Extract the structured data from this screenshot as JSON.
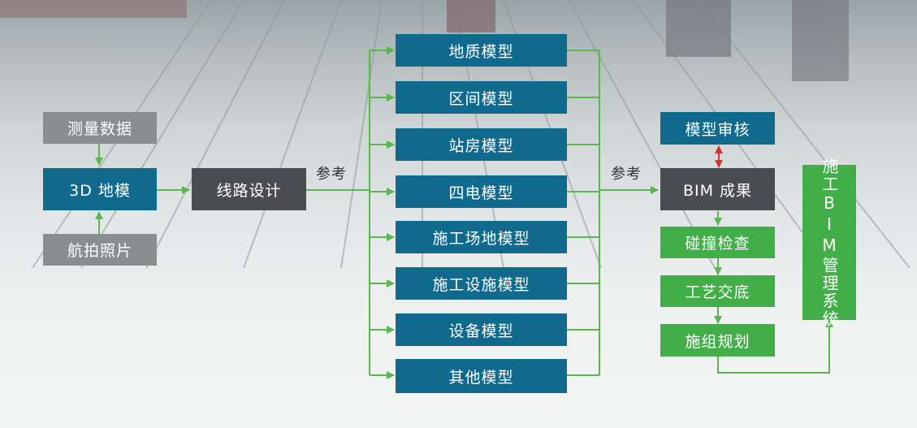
{
  "colors": {
    "input_gray": "#8a8e91",
    "process_dark": "#4a4c52",
    "model_blue": "#0f6a8d",
    "result_green": "#42ae48",
    "connector_green": "#58b84e",
    "review_arrow_red": "#d9322e"
  },
  "inputs": {
    "survey_data": "测量数据",
    "terrain_3d": "3D 地模",
    "aerial_photo": "航拍照片"
  },
  "route_design": "线路设计",
  "reference_labels": [
    "参考",
    "参考"
  ],
  "models": [
    "地质模型",
    "区间模型",
    "站房模型",
    "四电模型",
    "施工场地模型",
    "施工设施模型",
    "设备模型",
    "其他模型"
  ],
  "review": "模型审核",
  "bim_result": "BIM 成果",
  "steps": [
    "碰撞检查",
    "工艺交底",
    "施组规划"
  ],
  "system": "施工BIM管理系统"
}
